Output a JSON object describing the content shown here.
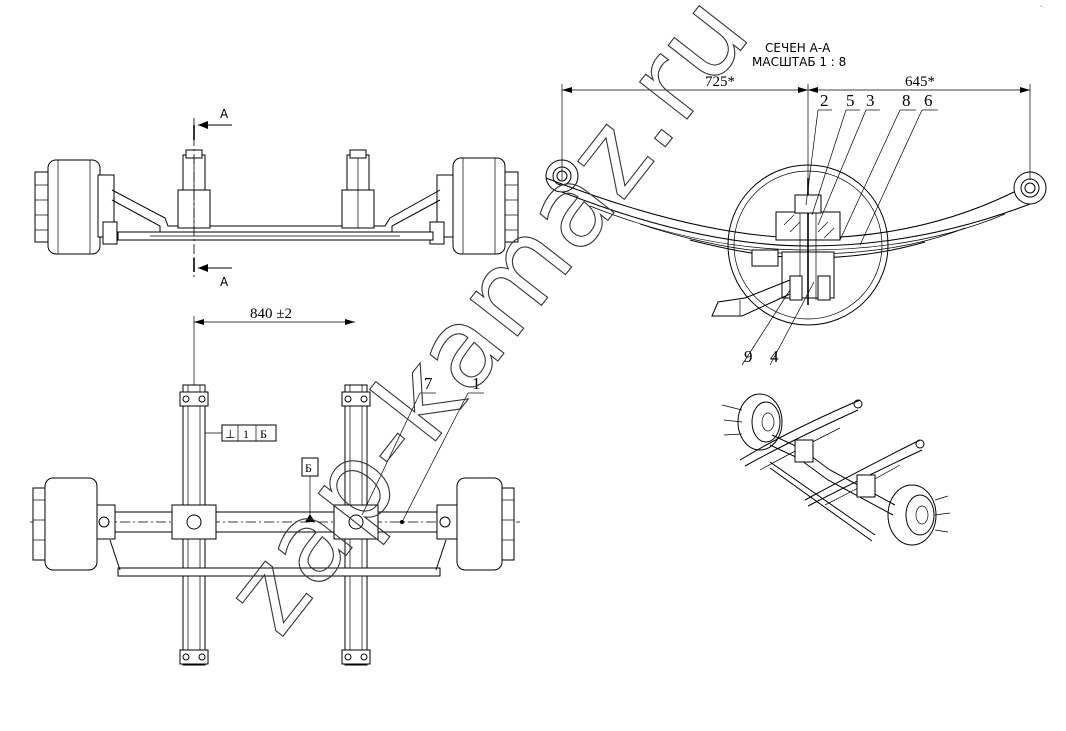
{
  "section_view": {
    "title": "СЕЧЕН А-А",
    "scale": "МАСШТАБ 1 : 8",
    "dim_left": "725*",
    "dim_right": "645*",
    "callouts_top": [
      "2",
      "5",
      "3",
      "8",
      "6"
    ],
    "callouts_bottom": [
      "9",
      "4"
    ]
  },
  "top_view": {
    "section_mark_top": "А",
    "section_mark_bottom": "А"
  },
  "plan_view": {
    "dimension": "840 ±2",
    "callouts": [
      "7",
      "1"
    ],
    "tolerance_frame": {
      "symbol": "⊥",
      "value": "1",
      "datum": "Б"
    },
    "datum_label": "Б"
  },
  "watermark": "zap-kamaz.ru",
  "corner_text": "° ·"
}
